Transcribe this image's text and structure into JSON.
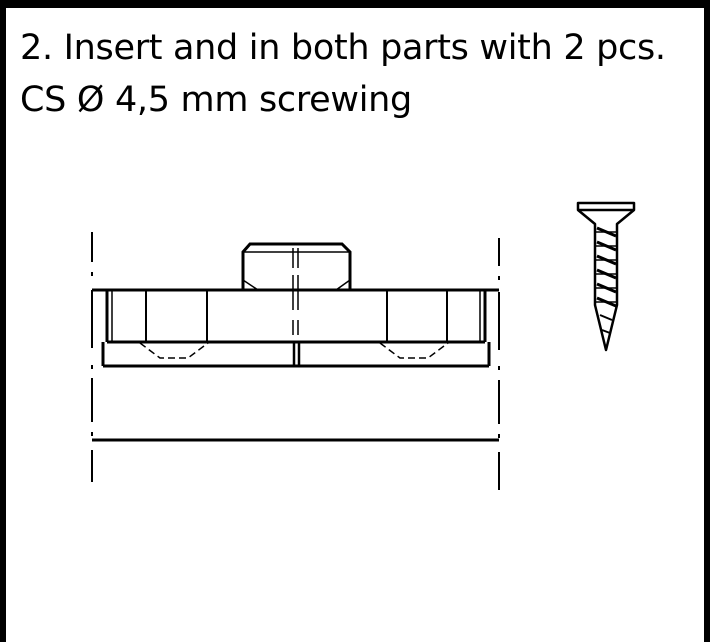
{
  "instruction": {
    "line1": "2. Insert and in both parts with 2 pcs.",
    "line2": "CS Ø 4,5 mm screwing"
  },
  "icons": {
    "screw": "countersunk-screw-icon",
    "assembly": "connector-assembly-drawing"
  },
  "colors": {
    "line": "#000000",
    "background": "#ffffff"
  }
}
